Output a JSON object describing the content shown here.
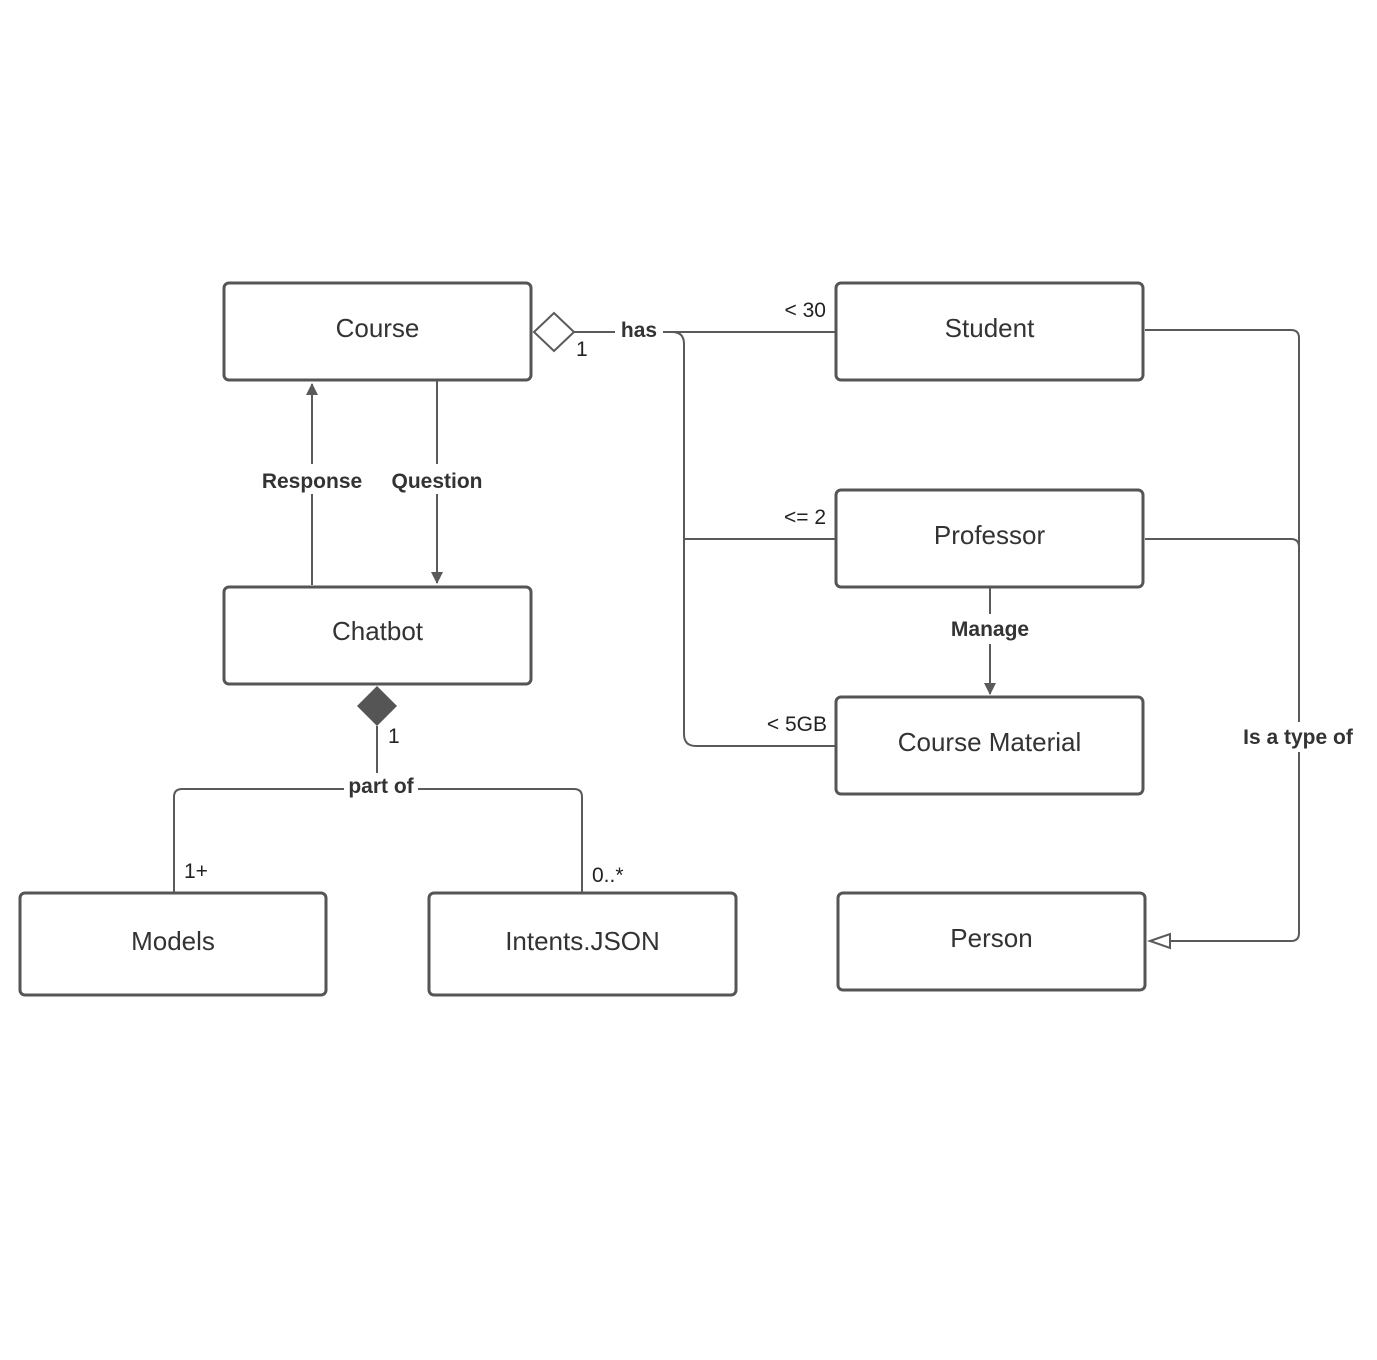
{
  "classes": {
    "course": "Course",
    "student": "Student",
    "professor": "Professor",
    "course_material": "Course Material",
    "chatbot": "Chatbot",
    "models": "Models",
    "intents": "Intents.JSON",
    "person": "Person"
  },
  "relations": {
    "has": "has",
    "response": "Response",
    "question": "Question",
    "part_of": "part of",
    "manage": "Manage",
    "is_a_type_of": "Is a type of"
  },
  "multiplicities": {
    "course_has": "1",
    "student": "< 30",
    "professor": "<= 2",
    "course_material": "< 5GB",
    "chatbot_part_of": "1",
    "models": "1+",
    "intents": "0..*"
  },
  "colors": {
    "line": "#5a5a5a",
    "box_border": "#555555",
    "text": "#333333"
  }
}
